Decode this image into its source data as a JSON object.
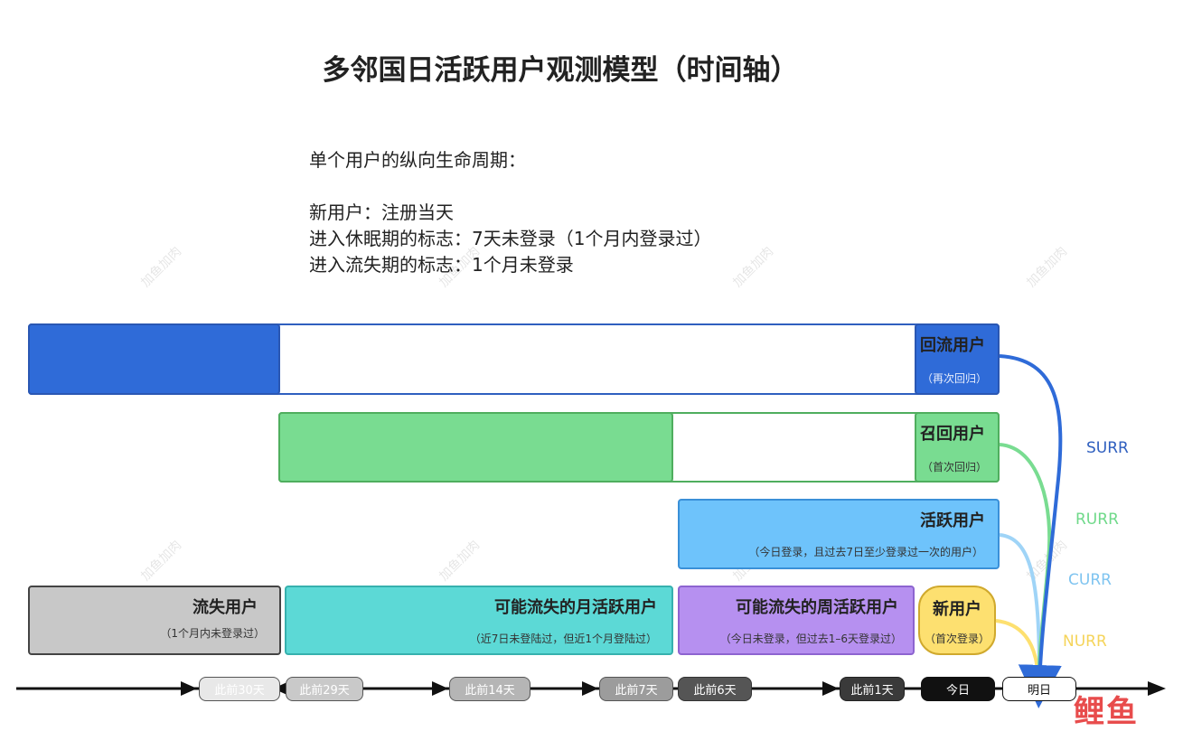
{
  "title": "多邻国日活跃用户观测模型（时间轴）",
  "intro": {
    "heading": "单个用户的纵向生命周期：",
    "lines": [
      "新用户：注册当天",
      "进入休眠期的标志：7天未登录（1个月内登录过）",
      "进入流失期的标志：1个月未登录"
    ]
  },
  "rows": {
    "return": {
      "label": "回流用户",
      "sub": "（再次回归）"
    },
    "recall": {
      "label": "召回用户",
      "sub": "（首次回归）"
    },
    "active": {
      "label": "活跃用户",
      "sub": "（今日登录，且过去7日至少登录过一次的用户）"
    },
    "churned": {
      "label": "流失用户",
      "sub": "（1个月内未登录过）"
    },
    "at_risk_mau": {
      "label": "可能流失的月活跃用户",
      "sub": "（近7日未登陆过，但近1个月登陆过）"
    },
    "at_risk_wau": {
      "label": "可能流失的周活跃用户",
      "sub": "（今日未登录，但过去1–6天登录过）"
    },
    "new": {
      "label": "新用户",
      "sub": "（首次登录）"
    }
  },
  "rates": {
    "surr": "SURR",
    "rurr": "RURR",
    "curr": "CURR",
    "nurr": "NURR"
  },
  "timeline": [
    "此前30天",
    "此前29天",
    "此前14天",
    "此前7天",
    "此前6天",
    "此前1天",
    "今日",
    "明日"
  ],
  "watermark": "加鱼加肉",
  "logo": "鲤鱼",
  "colors": {
    "blue": "#2f6bd8",
    "green": "#79dc91",
    "light_blue": "#6ec3fb",
    "purple": "#b690f0",
    "teal": "#5cd9d6",
    "gray": "#c8c8c8",
    "yellow": "#fde070"
  }
}
